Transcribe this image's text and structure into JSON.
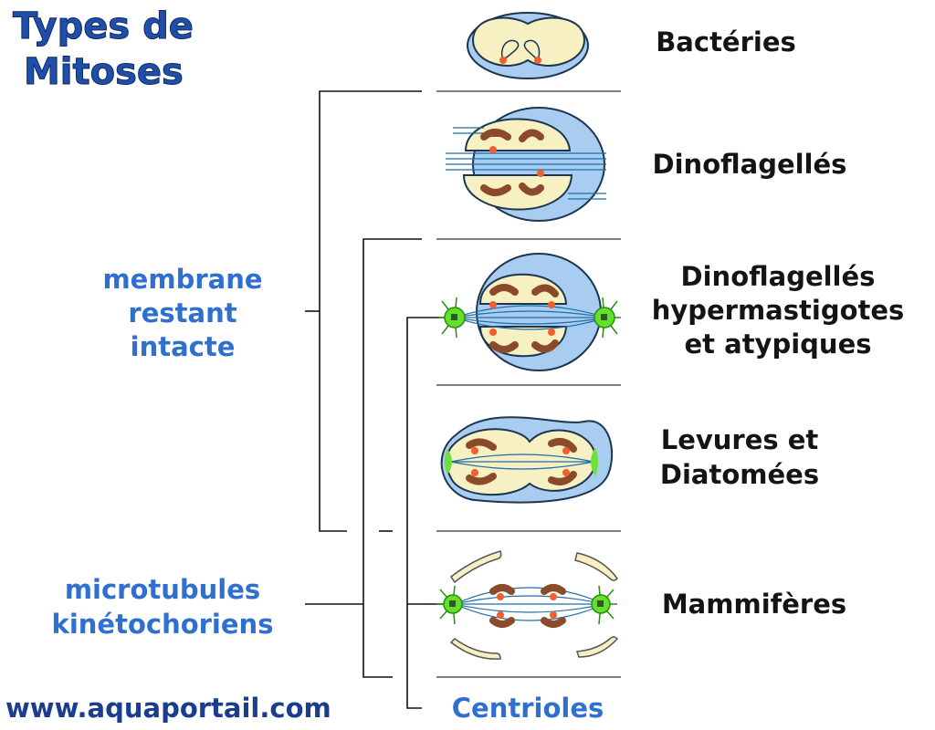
{
  "title": {
    "line1": "Types de",
    "line2": "Mitoses"
  },
  "criteria": {
    "membrane": {
      "line1": "membrane",
      "line2": "restant",
      "line3": "intacte"
    },
    "microtubules": {
      "line1": "microtubules",
      "line2": "kinétochoriens"
    },
    "centrioles": "Centrioles"
  },
  "types": {
    "bacteries": {
      "line1": "Bactéries"
    },
    "dinoflagelles": {
      "line1": "Dinoflagellés"
    },
    "hypermastigotes": {
      "line1": "Dinoflagellés",
      "line2": "hypermastigotes",
      "line3": "et atypiques"
    },
    "levures": {
      "line1": "Levures et",
      "line2": "Diatomées"
    },
    "mammiferes": {
      "line1": "Mammifères"
    }
  },
  "source": "www.aquaportail.com",
  "colors": {
    "title": "#1f4fa8",
    "criteria_text": "#2f6fd0",
    "cytoplasm": "#a9cdf0",
    "nucleus": "#f6f0c2",
    "chromosome": "#8b4a2a",
    "kinetochore": "#f0602a",
    "microtubule": "#1f6ea8",
    "centriole": "#63e02a"
  }
}
